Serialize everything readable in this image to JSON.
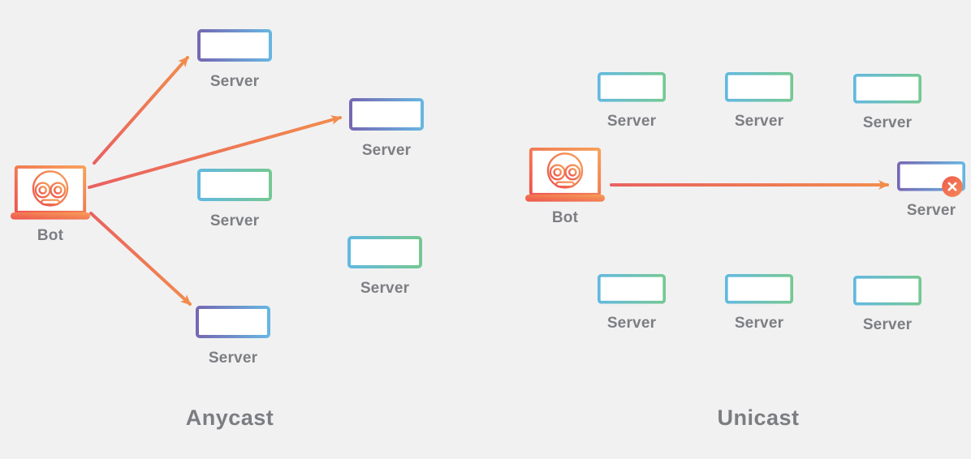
{
  "anycast": {
    "title": "Anycast",
    "bot_label": "Bot",
    "servers": [
      {
        "label": "Server",
        "variant": "purple",
        "targeted": true
      },
      {
        "label": "Server",
        "variant": "purple",
        "targeted": true
      },
      {
        "label": "Server",
        "variant": "teal",
        "targeted": false
      },
      {
        "label": "Server",
        "variant": "teal",
        "targeted": false
      },
      {
        "label": "Server",
        "variant": "purple",
        "targeted": true
      }
    ]
  },
  "unicast": {
    "title": "Unicast",
    "bot_label": "Bot",
    "servers": [
      {
        "label": "Server",
        "variant": "teal",
        "targeted": false
      },
      {
        "label": "Server",
        "variant": "teal",
        "targeted": false
      },
      {
        "label": "Server",
        "variant": "teal",
        "targeted": false
      },
      {
        "label": "Server",
        "variant": "purple",
        "targeted": true,
        "badge": "error-x"
      },
      {
        "label": "Server",
        "variant": "teal",
        "targeted": false
      },
      {
        "label": "Server",
        "variant": "teal",
        "targeted": false
      },
      {
        "label": "Server",
        "variant": "teal",
        "targeted": false
      }
    ]
  },
  "colors": {
    "background": "#f1f1f2",
    "server_purple_start": "#7668b3",
    "server_purple_end": "#67b6e1",
    "server_teal_start": "#62b9df",
    "server_teal_end": "#75c893",
    "bot_gradient_start": "#ed544d",
    "bot_gradient_end": "#f7a159",
    "arrow_start": "#e96160",
    "arrow_end": "#f28c4c",
    "error_badge_start": "#ee5a4c",
    "error_badge_end": "#f58a58",
    "label_text": "#7d7e82"
  }
}
